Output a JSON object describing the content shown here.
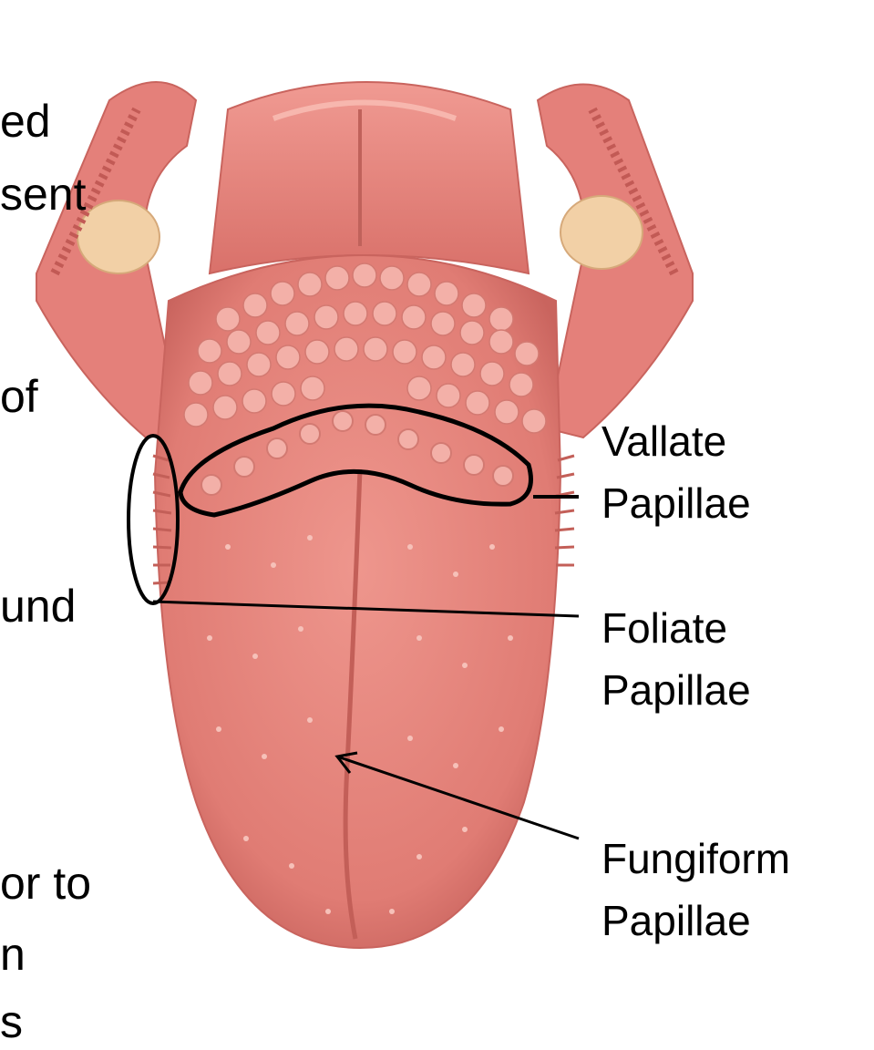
{
  "left_text_fragments": [
    "ed",
    "sent",
    "of",
    "und",
    "or to",
    "n",
    "s"
  ],
  "labels": {
    "vallate": {
      "line1": "Vallate",
      "line2": "Papillae"
    },
    "foliate": {
      "line1": "Foliate",
      "line2": "Papillae"
    },
    "fungiform": {
      "line1": "Fungiform",
      "line2": "Papillae"
    }
  },
  "colors": {
    "tongue": "#e8877f",
    "tongue_dark": "#c9645e",
    "papilla": "#f3b0a8",
    "tonsil": "#f2d0a6",
    "outline": "#000000"
  }
}
